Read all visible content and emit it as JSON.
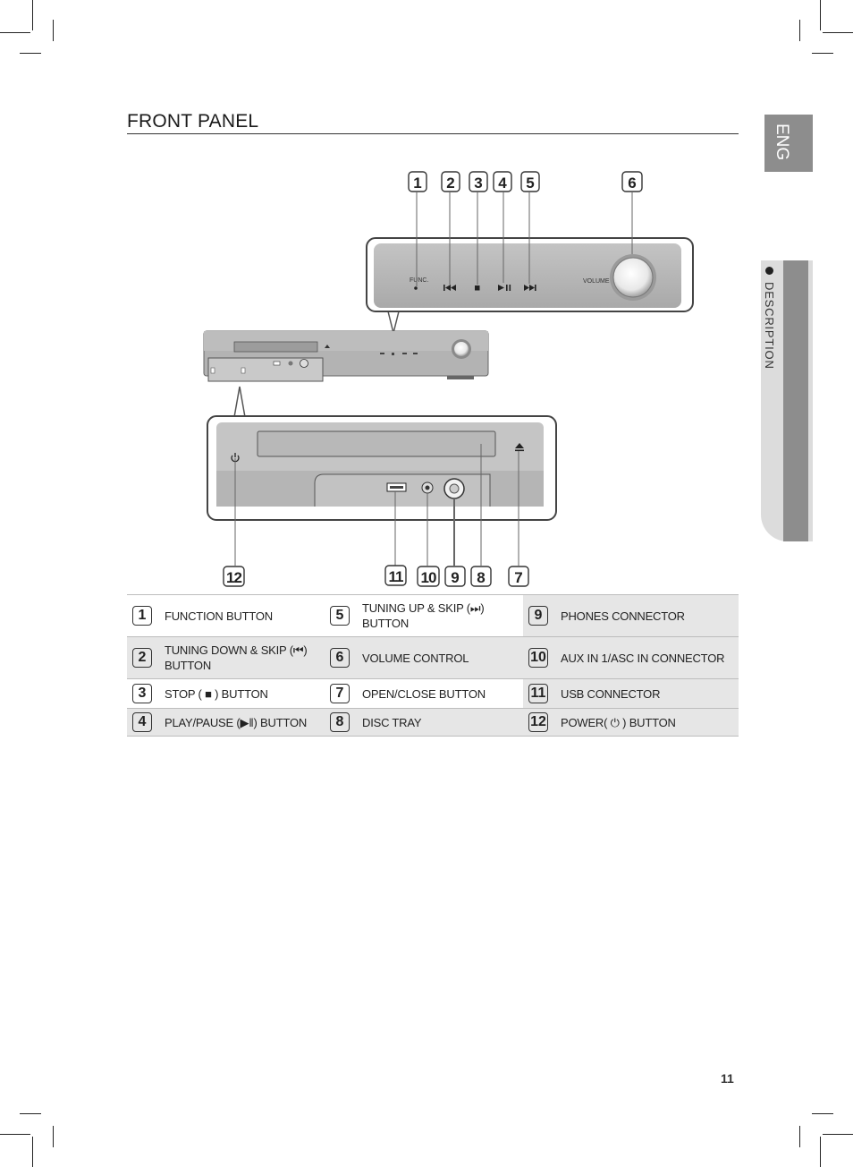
{
  "page": {
    "title": "FRONT PANEL",
    "language_tab": "ENG",
    "section_tab": "DESCRIPTION",
    "page_number": "11"
  },
  "figure": {
    "zoom_labels": {
      "func": "FUNC.",
      "volume": "VOLUME"
    },
    "callouts_top": [
      "1",
      "2",
      "3",
      "4",
      "5",
      "6"
    ],
    "callouts_bottom": [
      "12",
      "11",
      "10",
      "9",
      "8",
      "7"
    ]
  },
  "legend": [
    [
      {
        "num": "1",
        "text": "FUNCTION BUTTON"
      },
      {
        "num": "5",
        "text": "TUNING UP & SKIP (⏭) BUTTON"
      },
      {
        "num": "9",
        "text": "PHONES CONNECTOR"
      }
    ],
    [
      {
        "num": "2",
        "text": "TUNING DOWN & SKIP (⏮) BUTTON"
      },
      {
        "num": "6",
        "text": "VOLUME CONTROL"
      },
      {
        "num": "10",
        "text": "AUX IN 1/ASC IN CONNECTOR"
      }
    ],
    [
      {
        "num": "3",
        "text": "STOP ( ■ ) BUTTON"
      },
      {
        "num": "7",
        "text": "OPEN/CLOSE BUTTON"
      },
      {
        "num": "11",
        "text": "USB CONNECTOR"
      }
    ],
    [
      {
        "num": "4",
        "text": "PLAY/PAUSE (▶‖) BUTTON"
      },
      {
        "num": "8",
        "text": "DISC TRAY"
      },
      {
        "num": "12",
        "text": "POWER( ⏻ ) BUTTON"
      }
    ]
  ],
  "colors": {
    "tab_gray": "#8d8d8d",
    "tab_light": "#dcdcdc",
    "table_shade": "#e6e6e6",
    "device_body": "#b8b8b8"
  }
}
